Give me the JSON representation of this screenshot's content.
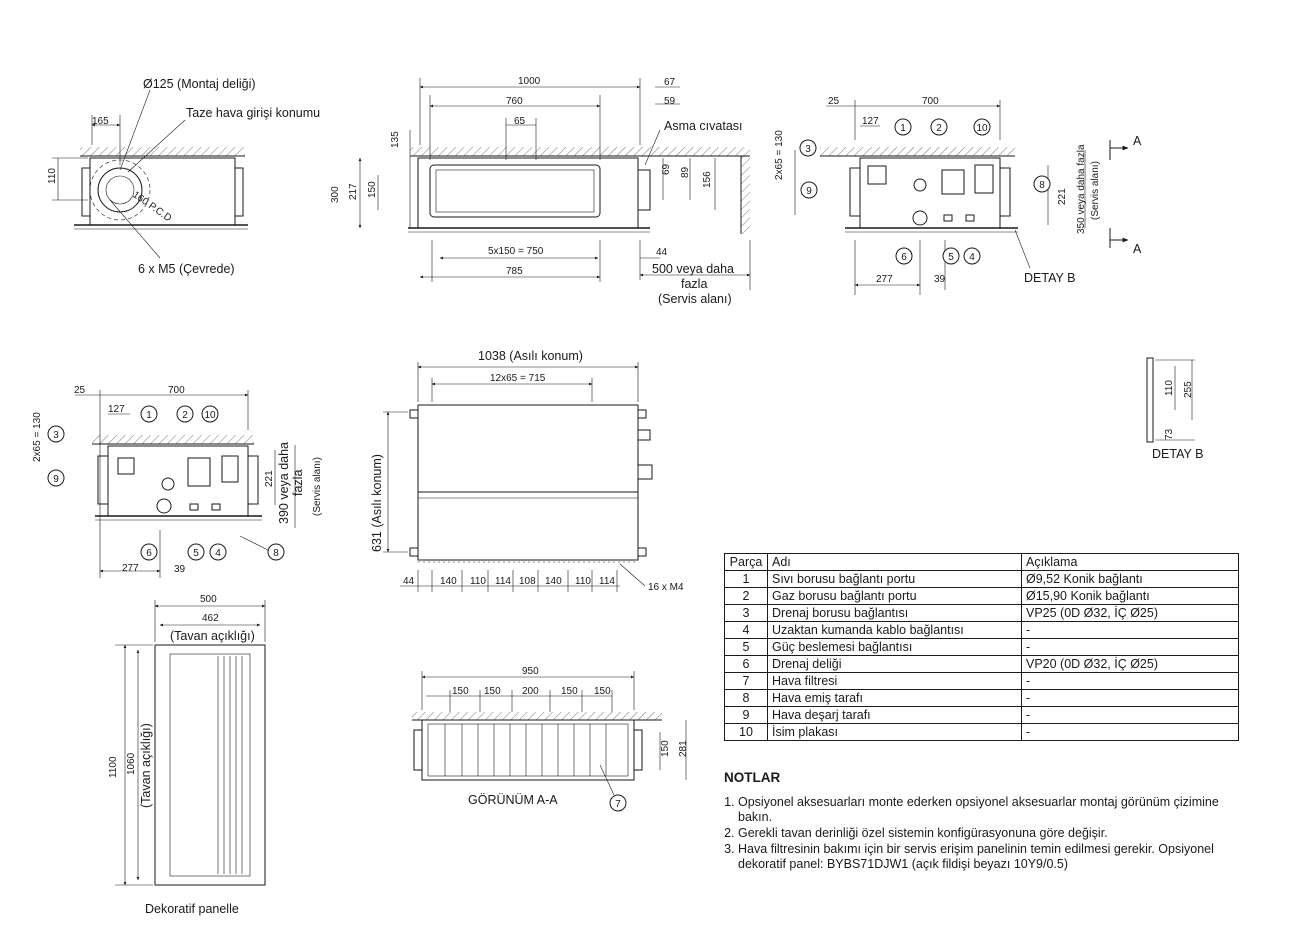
{
  "labels": {
    "mounting_hole": "Ø125 (Montaj deliği)",
    "fresh_air": "Taze hava girişi konumu",
    "pcd": "160 P.C.D",
    "m5": "6 x M5 (Çevrede)",
    "hanging_bolt": "Asma cıvatası",
    "service_area": [
      "500 veya daha",
      "fazla",
      "(Servis alanı)"
    ],
    "detay_b": "DETAY B",
    "section_a": "A",
    "depth_text": [
      "350 veya daha fazla",
      "(Servis alanı)"
    ],
    "depth_text2": [
      "390 veya daha",
      "fazla",
      "(Servis alanı)"
    ],
    "hang_pos": "1038 (Asılı konum)",
    "hang_pos_v": "631 (Asılı konum)",
    "m4": "16 x M4",
    "ceiling_open_h": "(Tavan açıklığı)",
    "ceiling_open_v": "(Tavan açıklığı)",
    "panel": "Dekoratif panelle",
    "view_aa": "GÖRÜNÜM A-A"
  },
  "dims": {
    "d165": "165",
    "d110": "110",
    "d1000": "1000",
    "d67": "67",
    "d760": "760",
    "d59": "59",
    "d65": "65",
    "d135": "135",
    "d300": "300",
    "d217": "217",
    "d150": "150",
    "d69": "69",
    "d89": "89",
    "d156": "156",
    "d5x150": "5x150 = 750",
    "d44": "44",
    "d785": "785",
    "d25": "25",
    "d700": "700",
    "d127": "127",
    "d2x65": "2x65 = 130",
    "d221": "221",
    "d277": "277",
    "d39": "39",
    "d12x65": "12x65 = 715",
    "bottom": [
      "44",
      "140",
      "110",
      "114",
      "108",
      "140",
      "110",
      "114"
    ],
    "d500": "500",
    "d462": "462",
    "d1100": "1100",
    "d1060": "1060",
    "d950": "950",
    "aa": [
      "150",
      "150",
      "200",
      "150",
      "150"
    ],
    "d281": "281",
    "b110": "110",
    "b255": "255",
    "b73": "73"
  },
  "callouts": [
    "1",
    "2",
    "3",
    "5",
    "6",
    "7",
    "8",
    "9",
    "10",
    "4"
  ],
  "table": {
    "headers": [
      "Parça",
      "Adı",
      "Açıklama"
    ],
    "rows": [
      [
        "1",
        "Sıvı borusu bağlantı portu",
        "Ø9,52 Konik bağlantı"
      ],
      [
        "2",
        "Gaz borusu bağlantı portu",
        "Ø15,90 Konik bağlantı"
      ],
      [
        "3",
        "Drenaj borusu bağlantısı",
        "VP25 (0D Ø32, İÇ Ø25)"
      ],
      [
        "4",
        "Uzaktan kumanda kablo bağlantısı",
        "-"
      ],
      [
        "5",
        "Güç beslemesi bağlantısı",
        "-"
      ],
      [
        "6",
        "Drenaj deliği",
        "VP20 (0D Ø32, İÇ Ø25)"
      ],
      [
        "7",
        "Hava filtresi",
        "-"
      ],
      [
        "8",
        "Hava emiş tarafı",
        "-"
      ],
      [
        "9",
        "Hava deşarj tarafı",
        "-"
      ],
      [
        "10",
        "İsim plakası",
        "-"
      ]
    ]
  },
  "notes": {
    "title": "NOTLAR",
    "items": [
      "Opsiyonel aksesuarları monte ederken opsiyonel aksesuarlar montaj görünüm çizimine bakın.",
      "Gerekli tavan derinliği özel sistemin konfigürasyonuna göre değişir.",
      "Hava filtresinin bakımı için bir servis erişim panelinin temin edilmesi gerekir. Opsiyonel dekoratif panel: BYBS71DJW1 (açık fildişi beyazı 10Y9/0.5)"
    ]
  }
}
